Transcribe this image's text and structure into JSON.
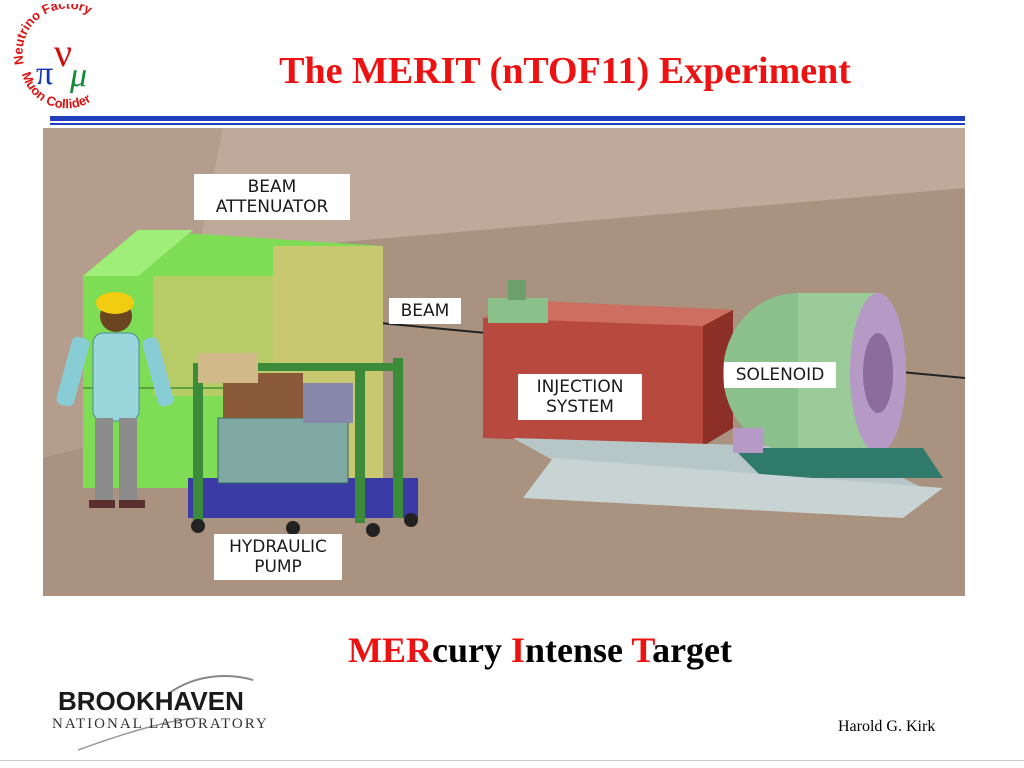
{
  "logo": {
    "top_text": "Neutrino Factory",
    "bottom_text": "Muon Collider",
    "symbols": {
      "nu": "ν",
      "pi": "π",
      "mu": "μ"
    }
  },
  "title": "The  MERIT (nTOF11) Experiment",
  "image": {
    "description_icon": "experiment-scene-image",
    "labels": {
      "beam_attenuator": "BEAM\nATTENUATOR",
      "beam": "BEAM",
      "injection_system": "INJECTION\nSYSTEM",
      "solenoid": "SOLENOID",
      "hydraulic_pump": "HYDRAULIC\nPUMP"
    }
  },
  "subtitle": {
    "p1_red": "MER",
    "p1_black": "cury ",
    "p2_red": "I",
    "p2_black": "ntense ",
    "p3_red": "T",
    "p3_black": "arget"
  },
  "footer": {
    "lab_name": "BROOKHAVEN",
    "lab_sub": "NATIONAL LABORATORY",
    "author": "Harold G. Kirk"
  },
  "colors": {
    "title_red": "#ee1111",
    "rule_blue": "#1f3fbf"
  }
}
